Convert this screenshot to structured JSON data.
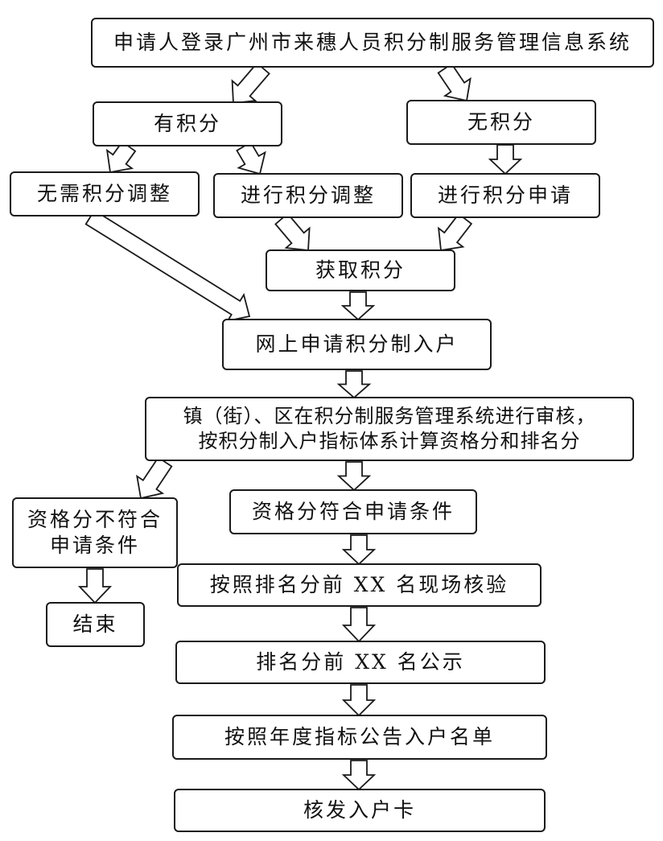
{
  "diagram": {
    "nodes": {
      "login": "申请人登录广州市来穗人员积分制服务管理信息系统",
      "has_points": "有积分",
      "no_points": "无积分",
      "no_adjust": "无需积分调整",
      "adjust": "进行积分调整",
      "apply_points": "进行积分申请",
      "get_points": "获取积分",
      "online_apply": "网上申请积分制入户",
      "review": "镇（街）、区在积分制服务管理系统进行审核，\n按积分制入户指标体系计算资格分和排名分",
      "not_qualified": "资格分不符合\n申请条件",
      "qualified": "资格分符合申请条件",
      "end": "结束",
      "onsite_check": "按照排名分前 XX 名现场核验",
      "publicity": "排名分前 XX 名公示",
      "announce": "按照年度指标公告入户名单",
      "issue_card": "核发入户卡"
    },
    "edges": [
      [
        "login",
        "has_points"
      ],
      [
        "login",
        "no_points"
      ],
      [
        "has_points",
        "no_adjust"
      ],
      [
        "has_points",
        "adjust"
      ],
      [
        "no_points",
        "apply_points"
      ],
      [
        "adjust",
        "get_points"
      ],
      [
        "apply_points",
        "get_points"
      ],
      [
        "no_adjust",
        "online_apply"
      ],
      [
        "get_points",
        "online_apply"
      ],
      [
        "online_apply",
        "review"
      ],
      [
        "review",
        "not_qualified"
      ],
      [
        "review",
        "qualified"
      ],
      [
        "not_qualified",
        "end"
      ],
      [
        "qualified",
        "onsite_check"
      ],
      [
        "onsite_check",
        "publicity"
      ],
      [
        "publicity",
        "announce"
      ],
      [
        "announce",
        "issue_card"
      ]
    ]
  }
}
